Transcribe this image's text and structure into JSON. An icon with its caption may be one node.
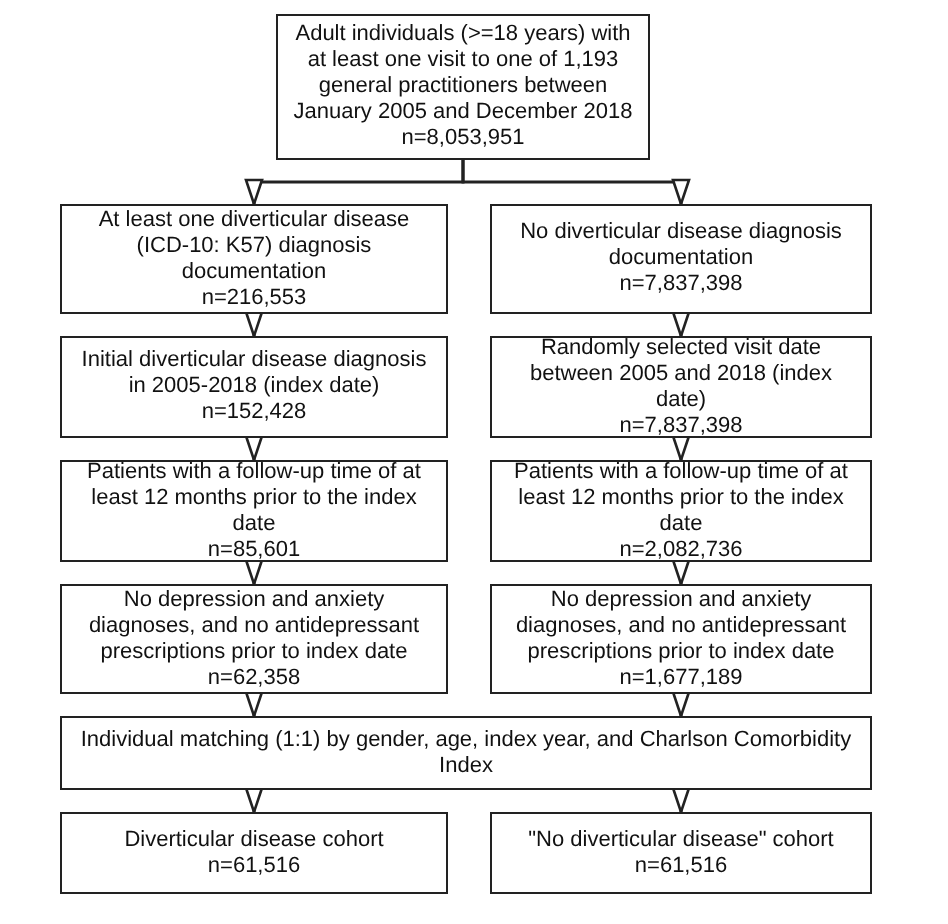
{
  "diagram": {
    "nodes": [
      {
        "text": [
          "Adult individuals (>=18 years) with at least one visit to one of 1,193 general practitioners between January 2005 and December 2018",
          "n=8,053,951"
        ]
      },
      {
        "text": [
          "At least one diverticular disease (ICD-10: K57) diagnosis documentation",
          "n=216,553"
        ]
      },
      {
        "text": [
          "No diverticular disease diagnosis documentation",
          "n=7,837,398"
        ]
      },
      {
        "text": [
          "Initial diverticular disease diagnosis in 2005-2018 (index date)",
          "n=152,428"
        ]
      },
      {
        "text": [
          "Randomly selected visit date between 2005 and 2018 (index date)",
          "n=7,837,398"
        ]
      },
      {
        "text": [
          "Patients with a follow-up time of at least 12 months prior to the index date",
          "n=85,601"
        ]
      },
      {
        "text": [
          "Patients with a follow-up time of at least 12 months prior to the index date",
          "n=2,082,736"
        ]
      },
      {
        "text": [
          "No depression and anxiety diagnoses, and no antidepressant prescriptions prior to index date",
          "n=62,358"
        ]
      },
      {
        "text": [
          "No depression and anxiety diagnoses, and no antidepressant prescriptions prior to index date",
          "n=1,677,189"
        ]
      },
      {
        "text": [
          "Individual matching (1:1) by gender, age, index year, and Charlson Comorbidity Index"
        ]
      },
      {
        "text": [
          "Diverticular disease cohort",
          "n=61,516"
        ]
      },
      {
        "text": [
          "\"No diverticular disease\" cohort",
          "n=61,516"
        ]
      }
    ],
    "edges": [
      {
        "from": 0,
        "to": 1,
        "arrow": "to"
      },
      {
        "from": 0,
        "to": 2,
        "arrow": "to"
      },
      {
        "from": 1,
        "to": 3,
        "arrow": "to"
      },
      {
        "from": 2,
        "to": 4,
        "arrow": "to"
      },
      {
        "from": 3,
        "to": 5,
        "arrow": "to"
      },
      {
        "from": 4,
        "to": 6,
        "arrow": "to"
      },
      {
        "from": 5,
        "to": 7,
        "arrow": "to"
      },
      {
        "from": 6,
        "to": 8,
        "arrow": "to"
      },
      {
        "from": 7,
        "to": 9,
        "arrow": "to"
      },
      {
        "from": 8,
        "to": 9,
        "arrow": "to"
      },
      {
        "from": 9,
        "to": 10,
        "arrow": "to"
      },
      {
        "from": 9,
        "to": 11,
        "arrow": "to"
      }
    ]
  }
}
